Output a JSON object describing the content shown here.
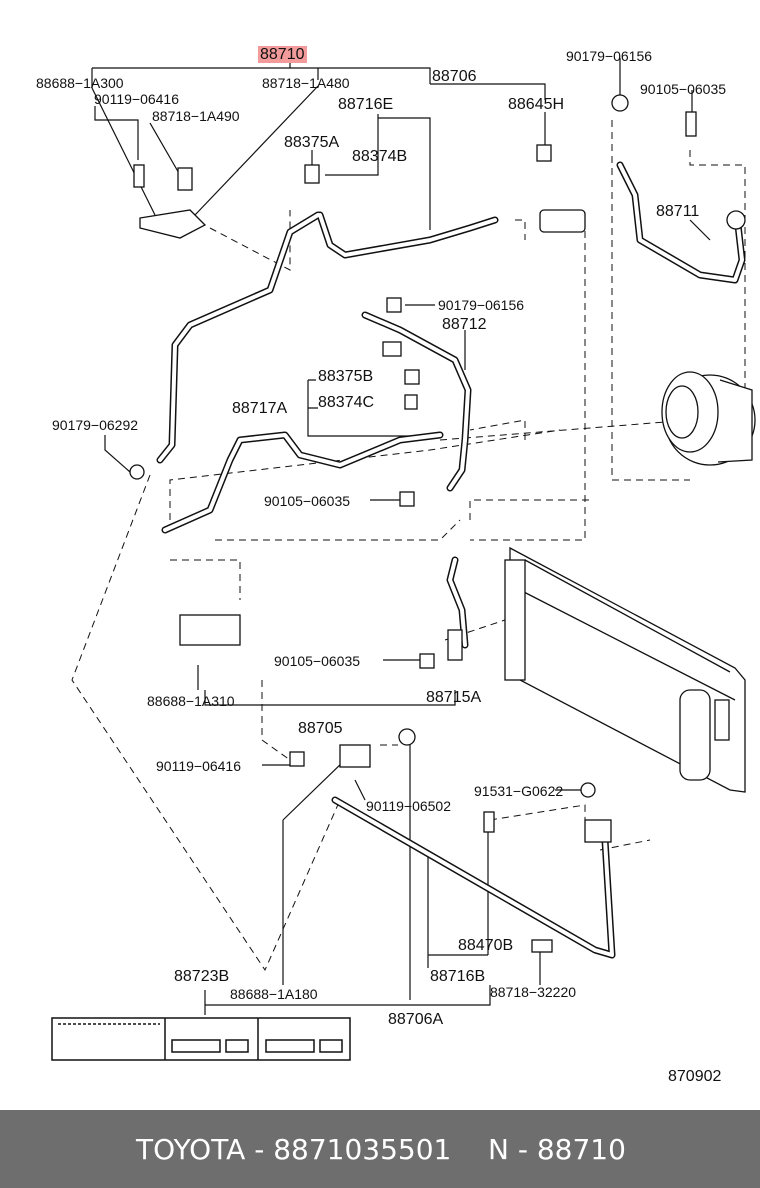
{
  "labels": {
    "l88710": "88710",
    "l88688_1A300": "88688−1A300",
    "l88718_1A480": "88718−1A480",
    "l88706": "88706",
    "l90119_06416a": "90119−06416",
    "l88718_1A490": "88718−1A490",
    "l88716E": "88716E",
    "l88645H": "88645H",
    "l88375A": "88375A",
    "l88374B": "88374B",
    "l90179_06156a": "90179−06156",
    "l90105_06035a": "90105−06035",
    "l88711": "88711",
    "l90179_06156b": "90179−06156",
    "l88712": "88712",
    "l88375B": "88375B",
    "l88717A": "88717A",
    "l88374C": "88374C",
    "l90179_06292": "90179−06292",
    "l90105_06035b": "90105−06035",
    "l90105_06035c": "90105−06035",
    "l88688_1A310": "88688−1A310",
    "l88715A": "88715A",
    "l88705": "88705",
    "l90119_06416b": "90119−06416",
    "l91531_G0622": "91531−G0622",
    "l90119_06502": "90119−06502",
    "l88470B": "88470B",
    "l88723B": "88723B",
    "l88716B": "88716B",
    "l88718_32220": "88718−32220",
    "l88688_1A180": "88688−1A180",
    "l88706A": "88706A",
    "l870902": "870902"
  },
  "footer": {
    "brand_part": "TOYOTA - 8871035501",
    "ref": "N - 88710"
  },
  "colors": {
    "highlight": "#f39a9a",
    "footer_bg": "#6e6e6e"
  }
}
